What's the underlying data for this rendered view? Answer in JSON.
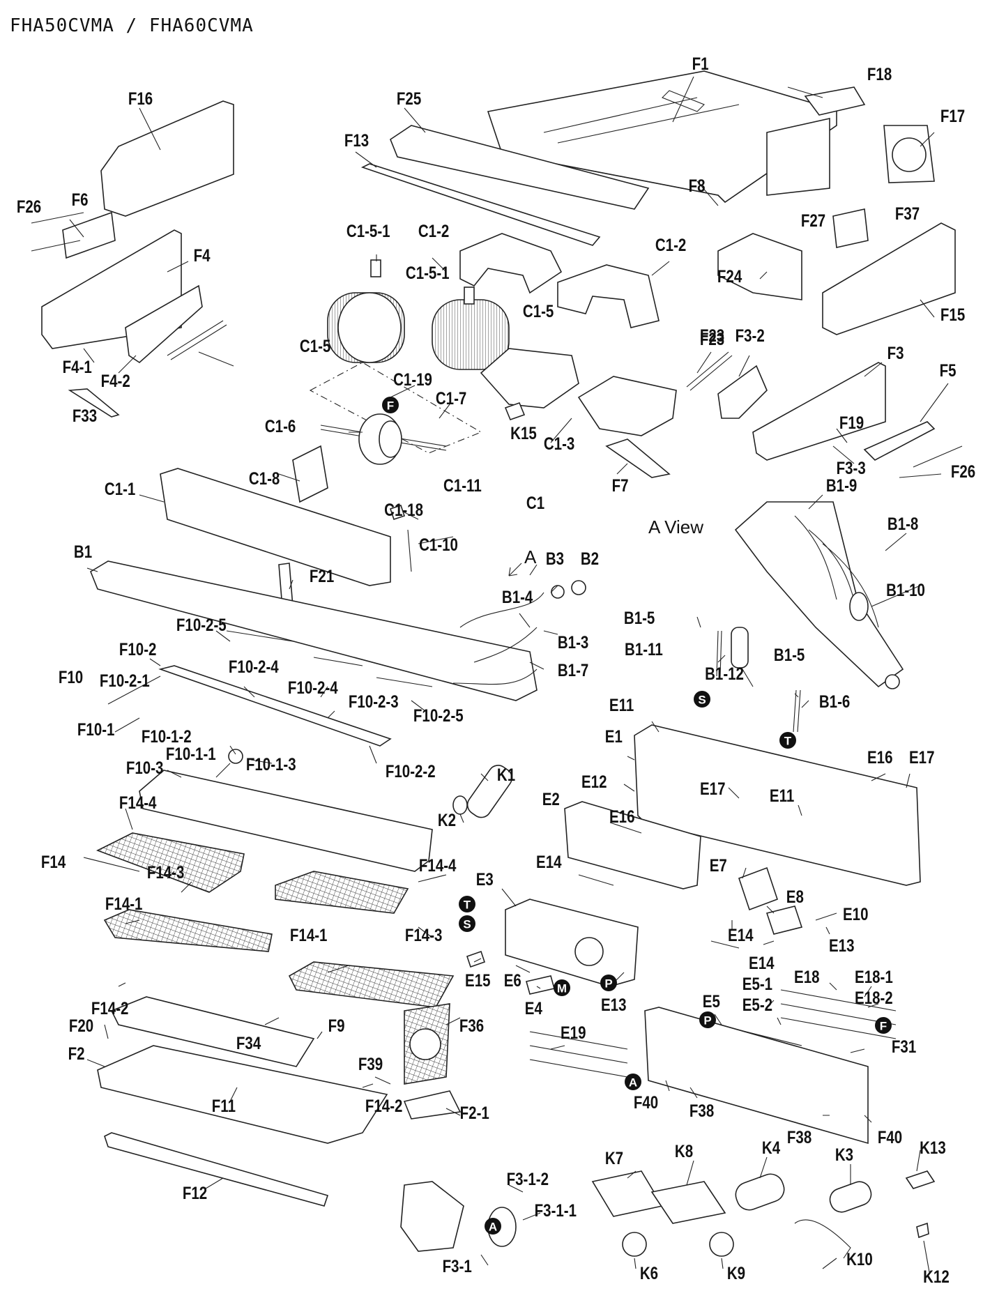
{
  "title": "FHA50CVMA / FHA60CVMA",
  "view_label": "A View",
  "direction_label": "A",
  "markers": [
    "F",
    "S",
    "T",
    "M",
    "P",
    "A"
  ],
  "part_labels": [
    "F1",
    "F18",
    "F17",
    "F16",
    "F25",
    "F13",
    "F8",
    "F27",
    "F37",
    "F26",
    "F6",
    "F4",
    "C1-5-1",
    "C1-2",
    "C1-2",
    "F24",
    "F15",
    "C1-5-1",
    "C1-5",
    "C1-5",
    "F23",
    "F4-1",
    "F4-2",
    "F33",
    "C1-19",
    "C1-7",
    "C1-6",
    "K15",
    "C1-3",
    "F23",
    "F3-2",
    "F3",
    "F5",
    "F19",
    "F3-3",
    "F26",
    "F7",
    "C1-8",
    "C1-1",
    "C1-18",
    "C1-11",
    "C1",
    "C1-10",
    "B1-9",
    "B1-8",
    "B1-10",
    "B1",
    "F21",
    "B3",
    "B2",
    "B1-4",
    "B1-3",
    "B1-7",
    "B1-5",
    "B1-11",
    "B1-12",
    "B1-5",
    "B1-6",
    "F10-2",
    "F10-2-5",
    "F10-2-4",
    "F10-2-4",
    "F10-2-1",
    "F10",
    "F10-2-3",
    "F10-2-5",
    "F10-1",
    "F10-1-2",
    "F10-1-1",
    "F10-1-3",
    "F10-2-2",
    "E11",
    "E1",
    "E16",
    "E17",
    "F10-3",
    "K1",
    "K2",
    "E12",
    "E17",
    "E11",
    "F14-4",
    "E2",
    "E16",
    "F14",
    "F14-4",
    "E14",
    "E7",
    "F14-3",
    "E3",
    "E8",
    "E10",
    "F14-1",
    "E14",
    "E13",
    "E14",
    "F14-3",
    "F14-1",
    "E15",
    "E6",
    "E4",
    "E13",
    "E18",
    "E18-1",
    "E18-2",
    "F14-2",
    "E5-1",
    "E5",
    "E5-2",
    "F34",
    "F36",
    "F20",
    "F9",
    "E19",
    "F31",
    "F2",
    "F39",
    "F14-2",
    "F40",
    "F38",
    "F11",
    "F2-1",
    "F38",
    "F40",
    "K7",
    "K8",
    "K4",
    "K3",
    "K13",
    "F3-1-2",
    "F12",
    "F3-1-1",
    "F3-1",
    "K6",
    "K9",
    "K10",
    "K12"
  ]
}
